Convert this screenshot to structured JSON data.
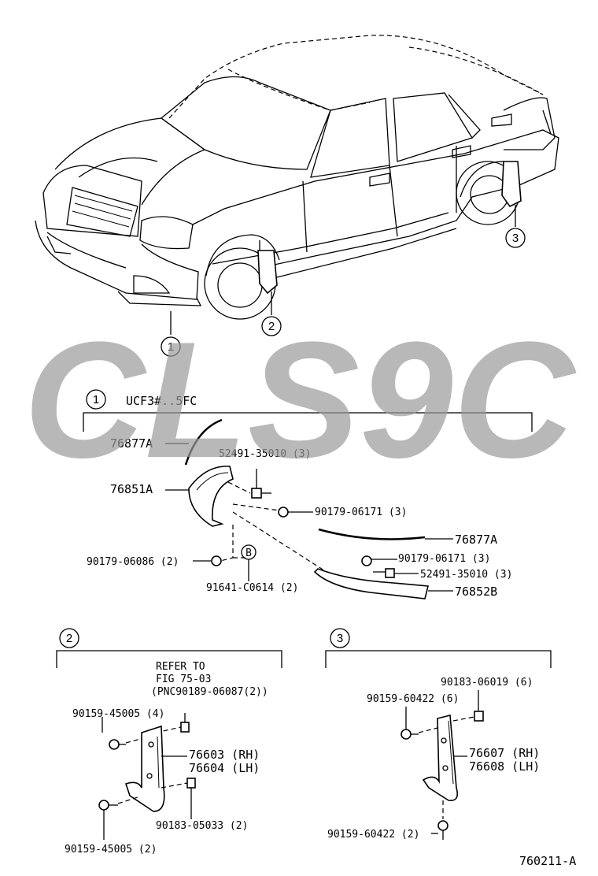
{
  "watermark": {
    "text": "CLS9C",
    "color": "#9b9b9b"
  },
  "callouts": {
    "c1": "1",
    "c2": "2",
    "c3": "3",
    "cb": "B"
  },
  "section1": {
    "model": "UCF3#..5FC",
    "parts": {
      "p76877a_top": "76877A",
      "p76851a": "76851A",
      "p52491_top": "52491-35010 (3)",
      "p90179_top": "90179-06171 (3)",
      "p76877a_bottom": "76877A",
      "p90179_06086": "90179-06086 (2)",
      "p90179_bottom": "90179-06171 (3)",
      "p52491_bottom": "52491-35010 (3)",
      "p91641": "91641-C0614 (2)",
      "p76852b": "76852B"
    }
  },
  "section2": {
    "refer_line1": "REFER TO",
    "refer_line2": "FIG 75-03",
    "refer_line3": "(PNC90189-06087(2))",
    "parts": {
      "p90159_top": "90159-45005 (4)",
      "p76603": "76603 (RH)",
      "p76604": "76604 (LH)",
      "p90183": "90183-05033 (2)",
      "p90159_bottom": "90159-45005 (2)"
    }
  },
  "section3": {
    "parts": {
      "p90183": "90183-06019 (6)",
      "p90159_top": "90159-60422 (6)",
      "p76607": "76607 (RH)",
      "p76608": "76608 (LH)",
      "p90159_bottom": "90159-60422 (2)"
    }
  },
  "figure_id": "760211-A"
}
